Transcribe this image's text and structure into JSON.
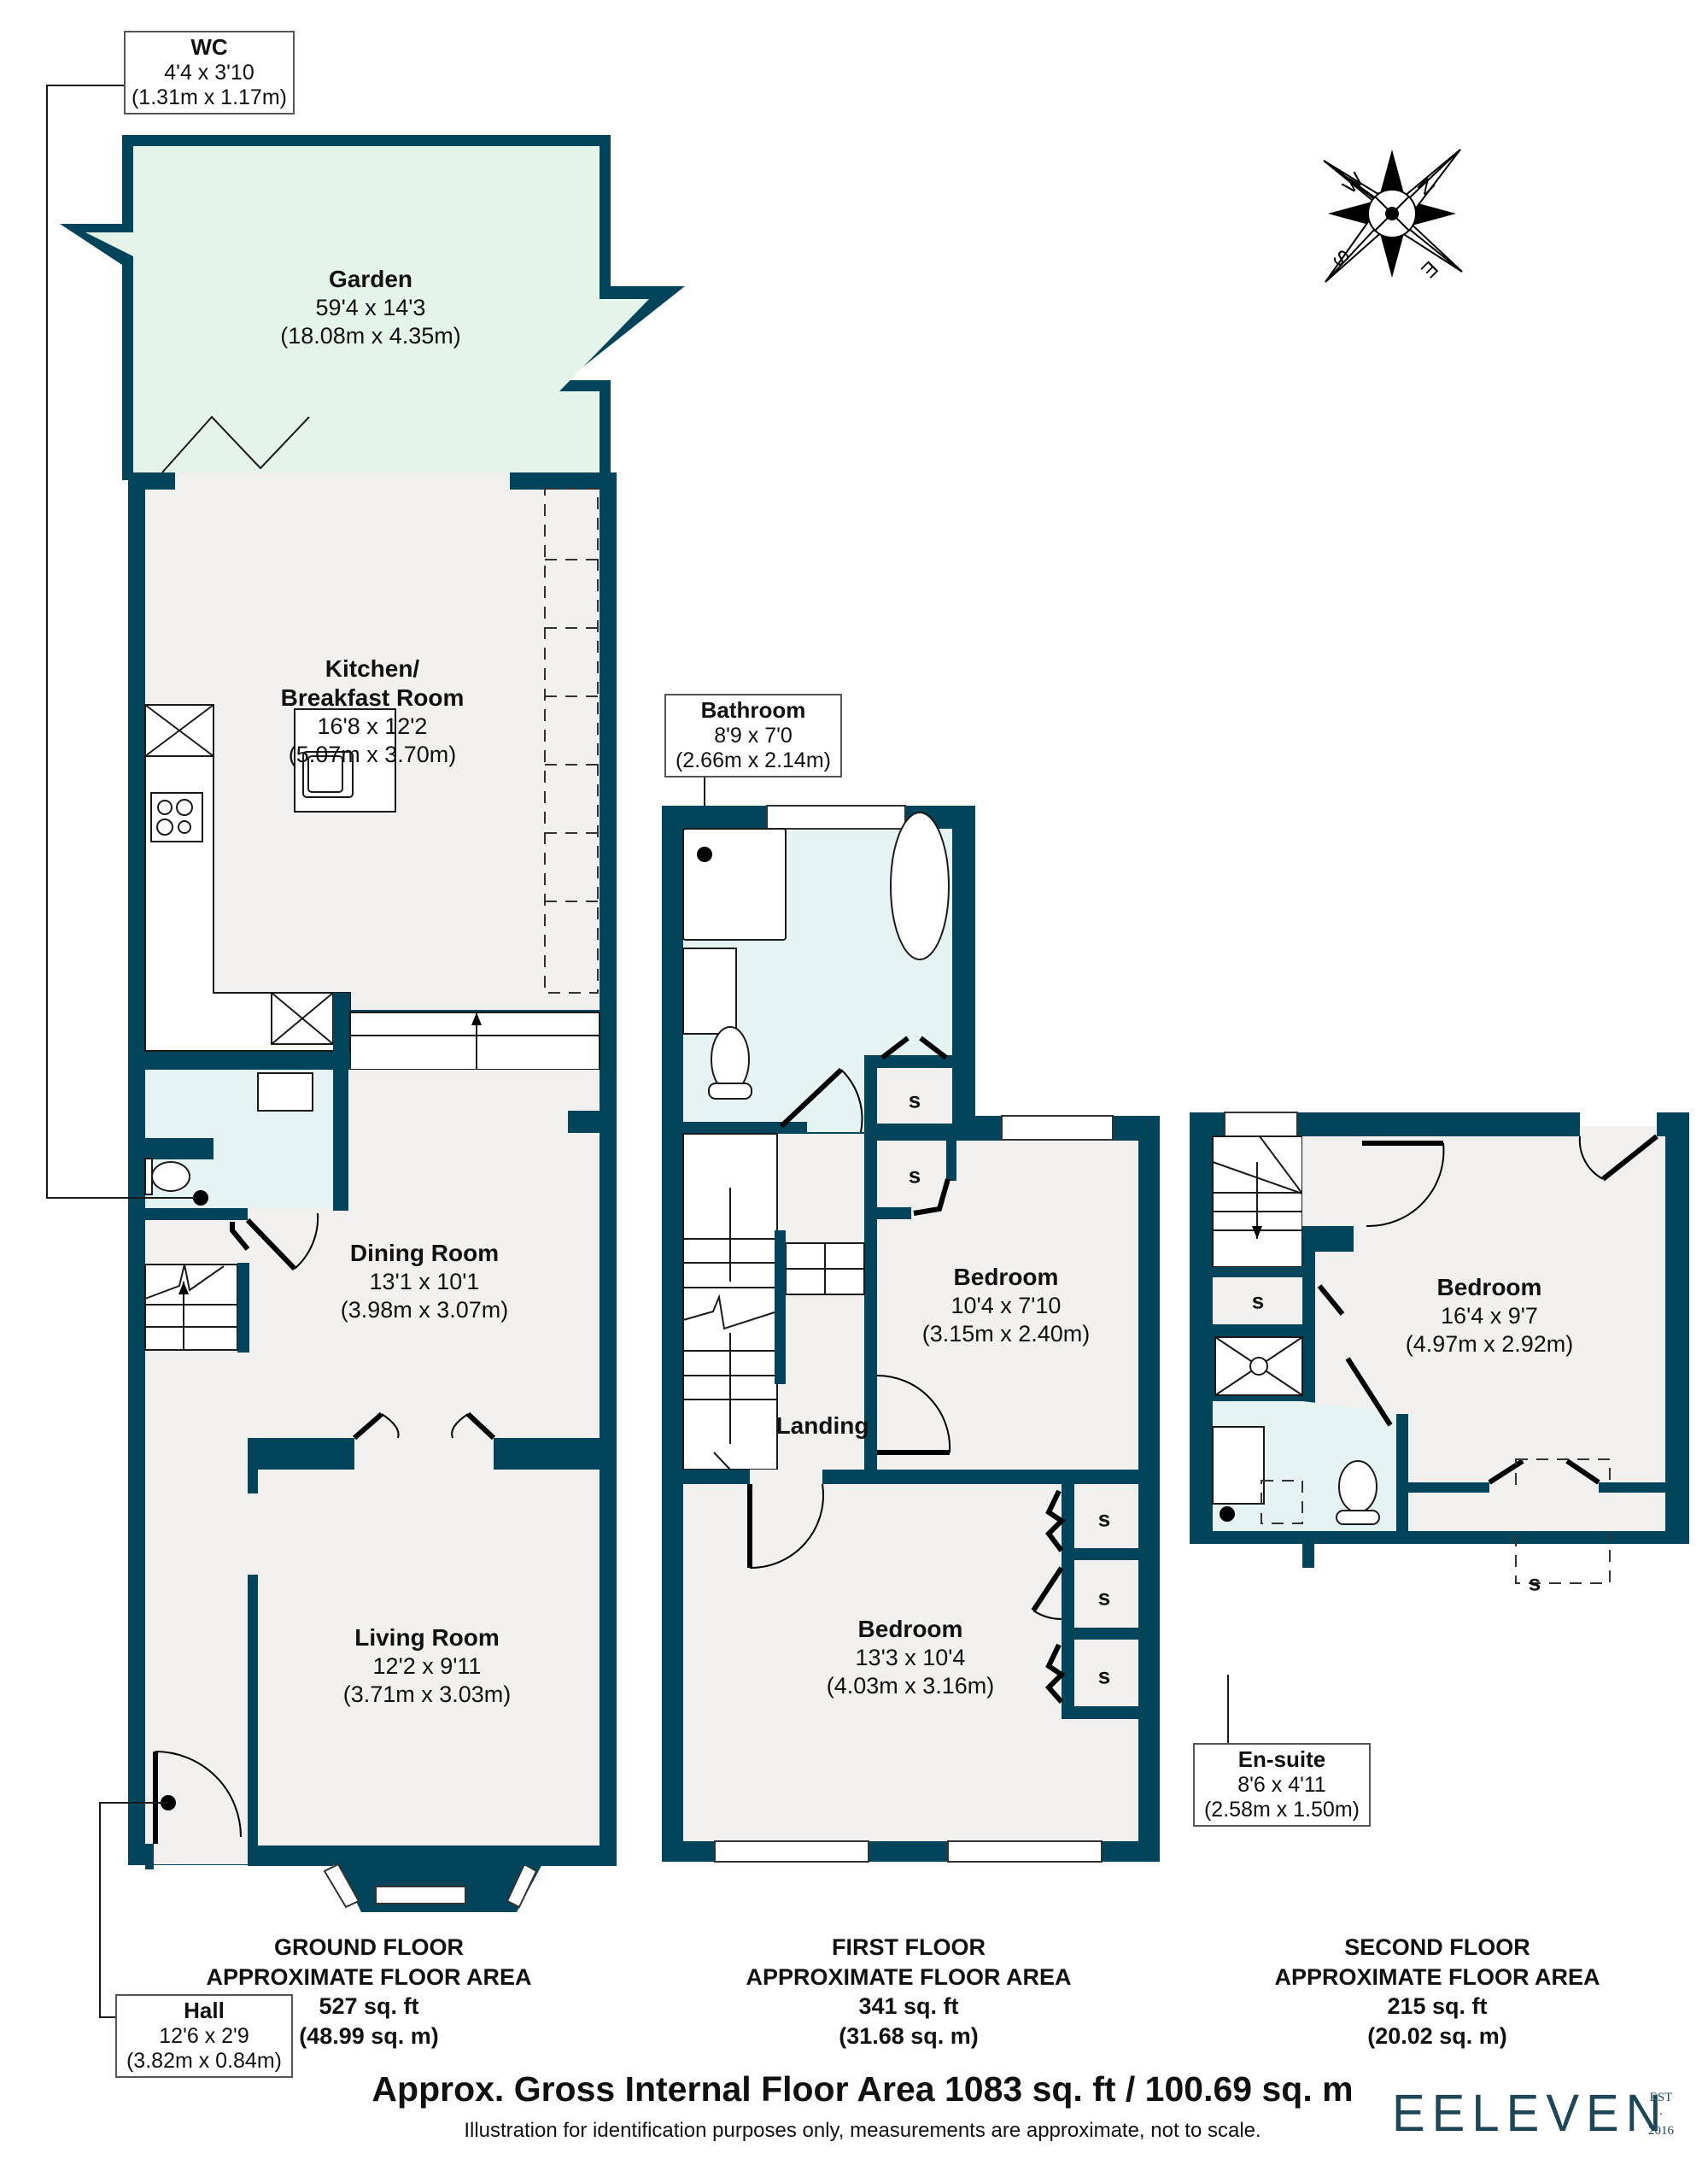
{
  "compass": {
    "labels": [
      "N",
      "E",
      "S",
      "W"
    ]
  },
  "ground_floor": {
    "title": "GROUND FLOOR",
    "subtitle": "APPROXIMATE FLOOR AREA",
    "area_sqft": "527 sq. ft",
    "area_sqm": "(48.99 sq. m)",
    "rooms": {
      "garden": {
        "name": "Garden",
        "imperial": "59'4 x 14'3",
        "metric": "(18.08m x 4.35m)"
      },
      "kitchen": {
        "name_line1": "Kitchen/",
        "name_line2": "Breakfast Room",
        "imperial": "16'8 x 12'2",
        "metric": "(5.07m x 3.70m)"
      },
      "dining": {
        "name": "Dining Room",
        "imperial": "13'1 x 10'1",
        "metric": "(3.98m x 3.07m)"
      },
      "living": {
        "name": "Living Room",
        "imperial": "12'2 x 9'11",
        "metric": "(3.71m x 3.03m)"
      },
      "wc": {
        "name": "WC",
        "imperial": "4'4 x 3'10",
        "metric": "(1.31m x 1.17m)"
      },
      "hall": {
        "name": "Hall",
        "imperial": "12'6 x 2'9",
        "metric": "(3.82m x 0.84m)"
      }
    }
  },
  "first_floor": {
    "title": "FIRST FLOOR",
    "subtitle": "APPROXIMATE FLOOR AREA",
    "area_sqft": "341 sq. ft",
    "area_sqm": "(31.68 sq. m)",
    "rooms": {
      "bathroom": {
        "name": "Bathroom",
        "imperial": "8'9 x 7'0",
        "metric": "(2.66m x 2.14m)"
      },
      "bedroom_small": {
        "name": "Bedroom",
        "imperial": "10'4 x 7'10",
        "metric": "(3.15m x 2.40m)"
      },
      "landing": {
        "name": "Landing"
      },
      "bedroom_large": {
        "name": "Bedroom",
        "imperial": "13'3 x 10'4",
        "metric": "(4.03m x 3.16m)"
      }
    },
    "storage_label": "s"
  },
  "second_floor": {
    "title": "SECOND FLOOR",
    "subtitle": "APPROXIMATE FLOOR AREA",
    "area_sqft": "215 sq. ft",
    "area_sqm": "(20.02 sq. m)",
    "rooms": {
      "bedroom": {
        "name": "Bedroom",
        "imperial": "16'4 x 9'7",
        "metric": "(4.97m x 2.92m)"
      },
      "ensuite": {
        "name": "En-suite",
        "imperial": "8'6 x 4'11",
        "metric": "(2.58m x 1.50m)"
      }
    },
    "storage_label": "s"
  },
  "footer": {
    "gross_area": "Approx. Gross Internal Floor Area 1083 sq. ft / 100.69 sq. m",
    "disclaimer": "Illustration for identification purposes only, measurements are approximate, not to scale.",
    "brand": "EELEVEN",
    "est_top": "EST",
    "est_dot": "·",
    "est_year": "2016"
  },
  "colors": {
    "wall": "#02445a",
    "floor": "#f2f0ee",
    "wet_room": "#e5f4f3",
    "garden": "#e4f4e8",
    "brand": "#1e4656"
  }
}
